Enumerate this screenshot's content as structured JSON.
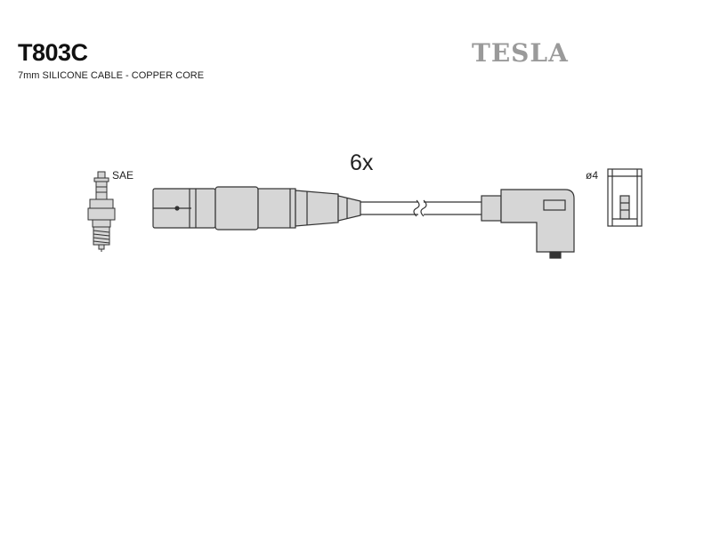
{
  "header": {
    "part_number": "T803C",
    "description": "7mm SILICONE CABLE - COPPER CORE",
    "brand_logo": "TESLA"
  },
  "diagram": {
    "quantity_label": "6x",
    "spark_plug_label": "SAE",
    "distributor_terminal_label": "ø4",
    "colors": {
      "part_fill": "#d6d6d6",
      "part_stroke": "#333333",
      "logo_text": "#9a9a9a"
    }
  }
}
